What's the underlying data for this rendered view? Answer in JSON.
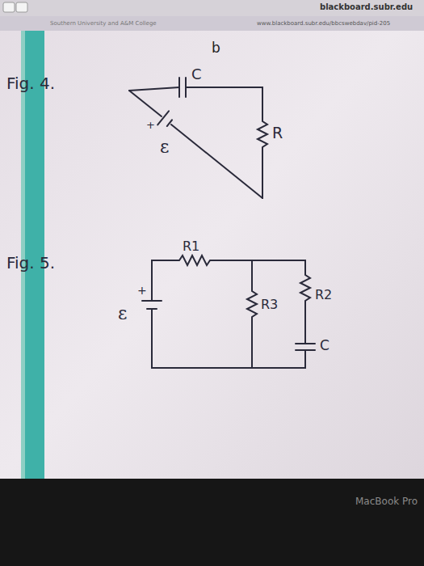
{
  "diagram": {
    "labels": [
      "blackboard.subr.edu",
      "Southern University and A&M College",
      "www.blackboard.subr.edu/bbcswebdav/pid-205",
      "b",
      "Fig. 4.",
      "C",
      "+",
      "ε",
      "R",
      "Fig. 5.",
      "R1",
      "ε",
      "+",
      "R3",
      "R2",
      "C",
      "MacBook Pro"
    ]
  }
}
